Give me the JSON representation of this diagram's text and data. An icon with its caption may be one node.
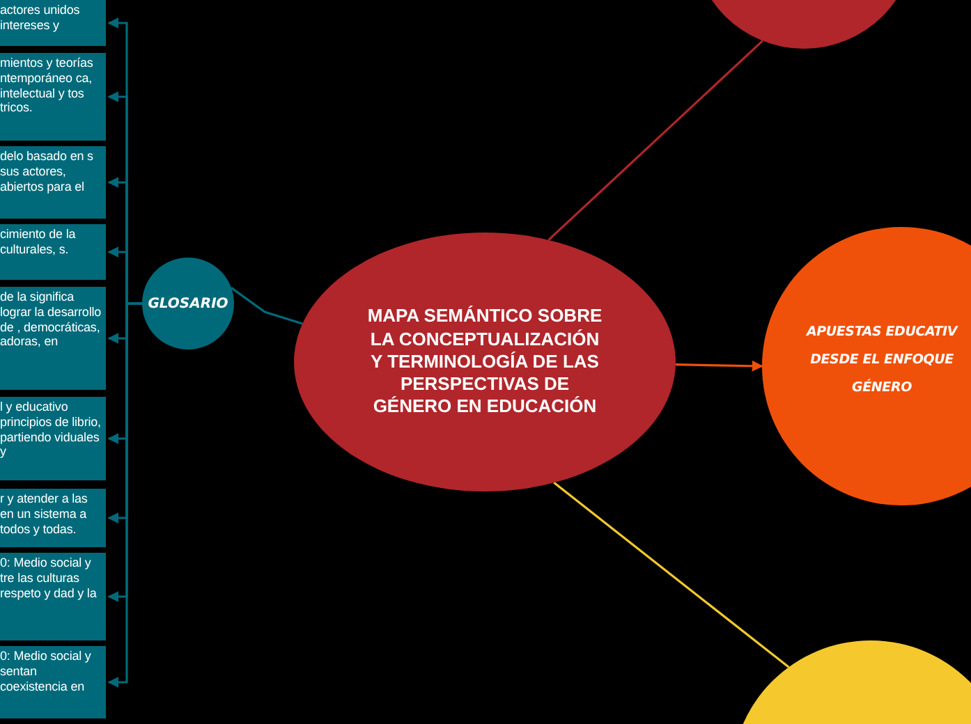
{
  "diagram": {
    "nodes": [
      {
        "text": [
          "MAPA SEMÁNTICO SOBRE LA CONCEPTUALIZACIÓN Y TERMINOLOGÍA DE LAS PERSPECTIVAS DE GÉNERO EN EDUCACIÓN"
        ]
      },
      {
        "text": [],
        "shape": "circle"
      },
      {
        "text": [
          "GLOSARIO"
        ]
      },
      {
        "text": [
          "APUESTAS EDUCATIV DESDE EL ENFOQUE GÉNERO"
        ]
      },
      {
        "text": [],
        "shape": "circle"
      },
      {
        "text": [
          "actores unidos intereses y"
        ]
      },
      {
        "text": [
          "mientos y teorías ntemporáneo ca, intelectual y tos tricos."
        ]
      },
      {
        "text": [
          "delo basado en s sus actores, abiertos para el"
        ]
      },
      {
        "text": [
          "cimiento de la culturales, s."
        ]
      },
      {
        "text": [
          "de la significa lograr la desarrollo de , democráticas, adoras, en"
        ]
      },
      {
        "text": [
          "l y educativo principios de librio, partiendo viduales y"
        ]
      },
      {
        "text": [
          "r y atender a las en un sistema a todos y todas."
        ]
      },
      {
        "text": [
          "0: Medio social y tre las culturas respeto y dad y la"
        ]
      },
      {
        "text": [
          "0: Medio social y sentan coexistencia en"
        ]
      }
    ],
    "edges": [
      {
        "from": 0,
        "to": 1,
        "arrow": "none",
        "color": "#b0262a"
      },
      {
        "from": 0,
        "to": 2,
        "arrow": "none"
      },
      {
        "from": 0,
        "to": 3,
        "arrow": "to",
        "color": "#f0510a"
      },
      {
        "from": 0,
        "to": 4,
        "arrow": "none",
        "color": "#f5c92e"
      },
      {
        "from": 2,
        "to": 5,
        "arrow": "to"
      },
      {
        "from": 2,
        "to": 6,
        "arrow": "to"
      },
      {
        "from": 2,
        "to": 7,
        "arrow": "to"
      },
      {
        "from": 2,
        "to": 8,
        "arrow": "to"
      },
      {
        "from": 2,
        "to": 9,
        "arrow": "to"
      },
      {
        "from": 2,
        "to": 10,
        "arrow": "to"
      },
      {
        "from": 2,
        "to": 11,
        "arrow": "to"
      },
      {
        "from": 2,
        "to": 12,
        "arrow": "to"
      },
      {
        "from": 2,
        "to": 13,
        "arrow": "to"
      }
    ]
  }
}
